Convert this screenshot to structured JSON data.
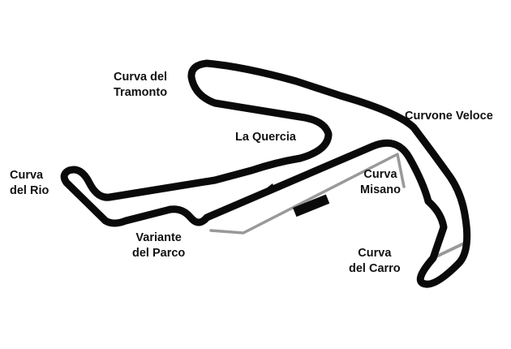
{
  "colors": {
    "track": "#0a0a0a",
    "old_layout": "#999999",
    "pit_building": "#0a0a0a",
    "background": "#ffffff"
  },
  "labels": {
    "curva_del_tramonto": [
      "Curva del",
      "Tramonto"
    ],
    "curvone_veloce": "Curvone Veloce",
    "la_quercia": "La Quercia",
    "curva_del_rio": [
      "Curva",
      "del Rio"
    ],
    "curva_misano": [
      "Curva",
      "Misano"
    ],
    "variante_del_parco": [
      "Variante",
      "del Parco"
    ],
    "curva_del_carro": [
      "Curva",
      "del Carro"
    ]
  },
  "icons": {
    "direction": "arrow-left-icon",
    "pit": "pit-building-icon"
  }
}
